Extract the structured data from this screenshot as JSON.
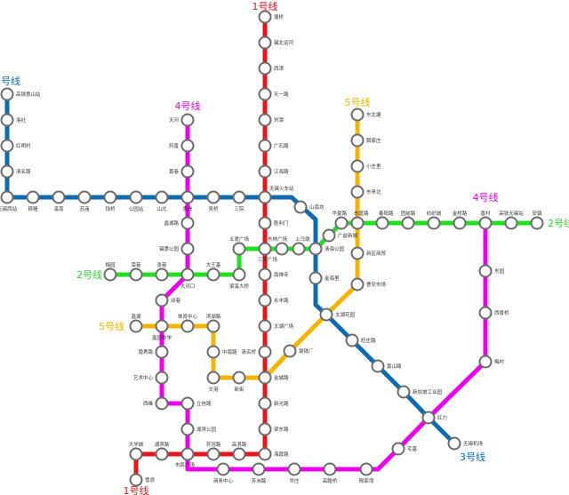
{
  "lines": [
    {
      "id": "line3",
      "label": "3号线",
      "color": "#0b6cb5"
    },
    {
      "id": "line1",
      "label": "1号线",
      "color": "#e8141a"
    },
    {
      "id": "line4",
      "label": "4号线",
      "color": "#ee00ee"
    },
    {
      "id": "line2",
      "label": "2号线",
      "color": "#22e022"
    },
    {
      "id": "line5",
      "label": "5号线",
      "color": "#f5b400"
    }
  ],
  "stations": [
    "高铁惠山站",
    "洛社",
    "红明村",
    "清名路",
    "无锡西站",
    "稼穑",
    "溪南",
    "苏庙",
    "钱桥",
    "公园站",
    "山北",
    "惠岸",
    "吴桥",
    "三院",
    "无锡火车站",
    "山南坊",
    "清海公园",
    "金海里",
    "太湖花园",
    "旺庄路",
    "黄山路",
    "新加坡工业园",
    "红力",
    "无锡机场",
    "堰桥",
    "锡北运河",
    "西漳",
    "天一路",
    "刘潭",
    "广石路",
    "江海路",
    "胜利门",
    "三阳广场",
    "南禅寺",
    "永丰路",
    "太湖广场",
    "清名桥",
    "金城路",
    "新光路",
    "梁东路",
    "海霞路",
    "高浪路",
    "芳冠路",
    "市民广场",
    "湖滨路",
    "大学城",
    "雪浪",
    "天河",
    "药香",
    "黄巷",
    "蠡湖路",
    "锡惠公园",
    "大河口",
    "邱巷",
    "蠡园中学",
    "隐秀路",
    "艺术中心",
    "西峰",
    "立信路",
    "湖滨公园",
    "商务中心",
    "芳洲路",
    "华庄",
    "高塍桥",
    "郁家湾",
    "宅基",
    "梅村",
    "西景桥",
    "东园",
    "香村",
    "华夏路",
    "东盛路",
    "春阳路",
    "团结路",
    "纺织城",
    "金桥路",
    "高铁无锡站",
    "安镇",
    "广益新城",
    "上马墩",
    "东林广场",
    "五爱广场",
    "梁溪大桥",
    "大王基",
    "张巷",
    "荣巷",
    "梅园",
    "东北塘",
    "鹅家庄",
    "小庄里",
    "东亭北",
    "新区商贸",
    "曹安市场",
    "钢铁厂",
    "新街",
    "文港",
    "中南路",
    "滨湖路",
    "体育中心",
    "蠡湖"
  ],
  "station_style": {
    "fill": "#ffffff",
    "stroke": "#6b6b6b"
  }
}
